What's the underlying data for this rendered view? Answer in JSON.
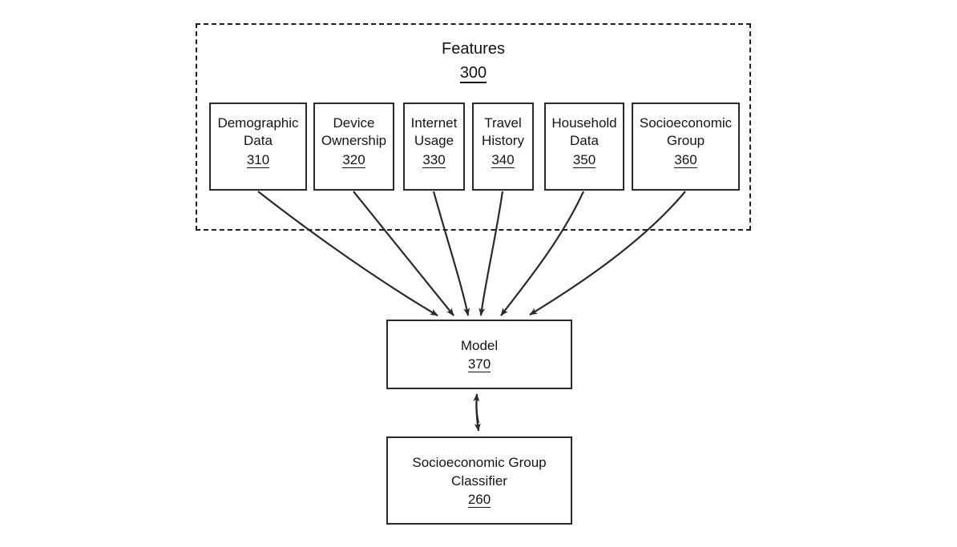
{
  "figure": {
    "type": "patent-block-diagram",
    "background_color": "#ffffff",
    "line_color": "#2a2a2a",
    "text_color": "#151515"
  },
  "features_group": {
    "title": "Features",
    "reference_numeral": "300",
    "border_style": "dashed"
  },
  "feature_boxes": [
    {
      "label": "Demographic Data",
      "line1": "Demographic",
      "line2": "Data",
      "reference_numeral": "310"
    },
    {
      "label": "Device Ownership",
      "line1": "Device",
      "line2": "Ownership",
      "reference_numeral": "320"
    },
    {
      "label": "Internet Usage",
      "line1": "Internet",
      "line2": "Usage",
      "reference_numeral": "330"
    },
    {
      "label": "Travel History",
      "line1": "Travel",
      "line2": "History",
      "reference_numeral": "340"
    },
    {
      "label": "Household Data",
      "line1": "Household",
      "line2": "Data",
      "reference_numeral": "350"
    },
    {
      "label": "Socioeconomic Group",
      "line1": "Socioeconomic",
      "line2": "Group",
      "reference_numeral": "360"
    }
  ],
  "model_node": {
    "label": "Model",
    "reference_numeral": "370"
  },
  "classifier_node": {
    "line1": "Socioeconomic Group",
    "line2": "Classifier",
    "reference_numeral": "260"
  },
  "connections": {
    "feature_to_model": "six arrows converging from feature boxes into Model",
    "model_to_classifier": "bidirectional double-headed arrow"
  }
}
